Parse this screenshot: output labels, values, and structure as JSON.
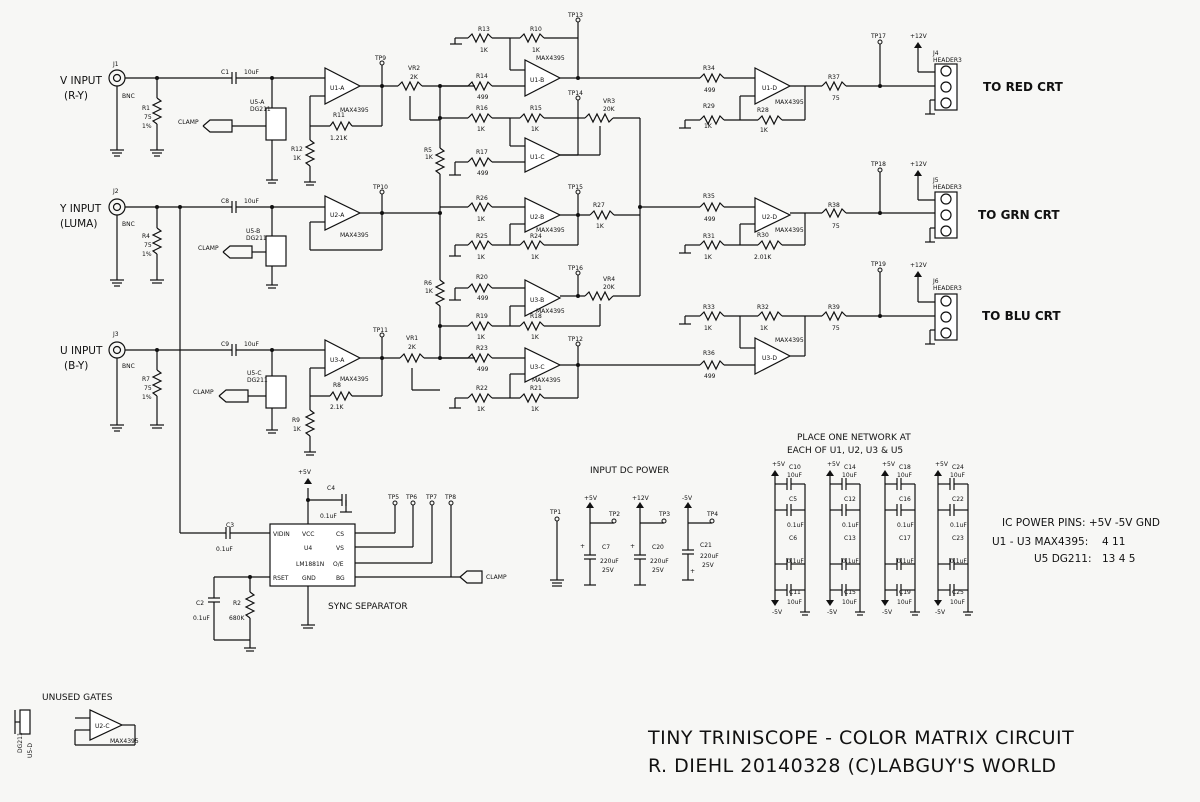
{
  "title": {
    "line1": "TINY TRINISCOPE - COLOR MATRIX CIRCUIT",
    "line2": "R. DIEHL    20140328 (C)LABGUY'S WORLD"
  },
  "inputs": [
    {
      "label": "V INPUT",
      "sub": "(R-Y)",
      "jack": "J1",
      "type": "BNC",
      "res": "R1",
      "res_val": "75",
      "res_tol": "1%",
      "cap": "C1",
      "cap_val": "10uF",
      "switch": "U5-A",
      "switch_part": "DG211",
      "opamp": "U1-A",
      "tp": "TP9",
      "pot": "VR2",
      "pot_val": "2K",
      "fb": "R11",
      "fb_val": "1.21K",
      "gnd_res": "R12",
      "gnd_val": "1K"
    },
    {
      "label": "Y INPUT",
      "sub": "(LUMA)",
      "jack": "J2",
      "type": "BNC",
      "res": "R4",
      "res_val": "75",
      "res_tol": "1%",
      "cap": "C8",
      "cap_val": "10uF",
      "switch": "U5-B",
      "switch_part": "DG211",
      "opamp": "U2-A",
      "tp": "TP10"
    },
    {
      "label": "U INPUT",
      "sub": "(B-Y)",
      "jack": "J3",
      "type": "BNC",
      "res": "R7",
      "res_val": "75",
      "res_tol": "1%",
      "cap": "C9",
      "cap_val": "10uF",
      "switch": "U5-C",
      "switch_part": "DG211",
      "opamp": "U3-A",
      "tp": "TP11",
      "pot": "VR1",
      "pot_val": "2K",
      "fb": "R8",
      "fb_val": "2.1K",
      "gnd_res": "R9",
      "gnd_val": "1K"
    }
  ],
  "clamp": "CLAMP",
  "opamp_part": "MAX4395",
  "resistors": {
    "R13": "1K",
    "R10": "1K",
    "R14": "499",
    "R15": "1K",
    "R16": "1K",
    "R17": "499",
    "R26": "1K",
    "R27": "1K",
    "R25": "1K",
    "R24": "1K",
    "R20": "499",
    "R19": "1K",
    "R18": "1K",
    "R23": "499",
    "R21": "1K",
    "R22": "1K",
    "R5": "1K",
    "R6": "1K",
    "R34": "499",
    "R29": "1K",
    "R28": "1K",
    "R37": "75",
    "R35": "499",
    "R31": "1K",
    "R30": "2.01K",
    "R38": "75",
    "R33": "1K",
    "R32": "1K",
    "R36": "499",
    "R39": "75",
    "R2": "680K"
  },
  "pots": {
    "VR3": "20K",
    "VR4": "20K"
  },
  "testpoints": [
    "TP13",
    "TP14",
    "TP15",
    "TP16",
    "TP12",
    "TP17",
    "TP18",
    "TP19",
    "TP5",
    "TP6",
    "TP7",
    "TP8",
    "TP1",
    "TP2",
    "TP3",
    "TP4"
  ],
  "outputs": [
    {
      "label": "TO RED CRT",
      "header": "J4",
      "header_type": "HEADER3",
      "opamp": "U1-D",
      "supply": "+12V"
    },
    {
      "label": "TO GRN CRT",
      "header": "J5",
      "header_type": "HEADER3",
      "opamp": "U2-D",
      "supply": "+12V"
    },
    {
      "label": "TO BLU CRT",
      "header": "J6",
      "header_type": "HEADER3",
      "opamp": "U3-D",
      "supply": "+12V"
    }
  ],
  "sync": {
    "title": "SYNC SEPARATOR",
    "ic": "U4",
    "part": "LM1881N",
    "pins": {
      "vidin": "VIDIN",
      "vcc": "VCC",
      "cs": "CS",
      "vs": "VS",
      "oe": "O/E",
      "rset": "RSET",
      "gnd": "GND",
      "bg": "BG"
    },
    "c3": "C3",
    "c3_val": "0.1uF",
    "c4": "C4",
    "c4_val": "0.1uF",
    "c2": "C2",
    "c2_val": "0.1uF",
    "supply": "+5V"
  },
  "power": {
    "title": "INPUT DC POWER",
    "rails": [
      "+5V",
      "+12V",
      "-5V"
    ],
    "caps": [
      {
        "name": "C7",
        "val": "220uF",
        "v": "25V"
      },
      {
        "name": "C20",
        "val": "220uF",
        "v": "25V"
      },
      {
        "name": "C21",
        "val": "220uF",
        "v": "25V"
      }
    ]
  },
  "decoupling": {
    "note1": "PLACE ONE NETWORK AT",
    "note2": "EACH OF U1, U2, U3 & U5",
    "groups": [
      {
        "top": "C10",
        "c1": "C5",
        "c2": "C6",
        "bot": "C11"
      },
      {
        "top": "C14",
        "c1": "C12",
        "c2": "C13",
        "bot": "C15"
      },
      {
        "top": "C18",
        "c1": "C16",
        "c2": "C17",
        "bot": "C19"
      },
      {
        "top": "C24",
        "c1": "C22",
        "c2": "C23",
        "bot": "C25"
      }
    ],
    "big_val": "10uF",
    "small_val": "0.1uF",
    "pos": "+5V",
    "neg": "-5V"
  },
  "ic_power": {
    "header": "IC POWER PINS:   +5V   -5V   GND",
    "row1_label": "U1 - U3 MAX4395:",
    "row1_vals": "4      11",
    "row2_label": "U5 DG211:",
    "row2_vals": "13      4      5"
  },
  "unused": {
    "title": "UNUSED GATES",
    "opamp": "U2-C",
    "part": "MAX4395",
    "switch": "U5-D",
    "switch_part": "DG211"
  }
}
